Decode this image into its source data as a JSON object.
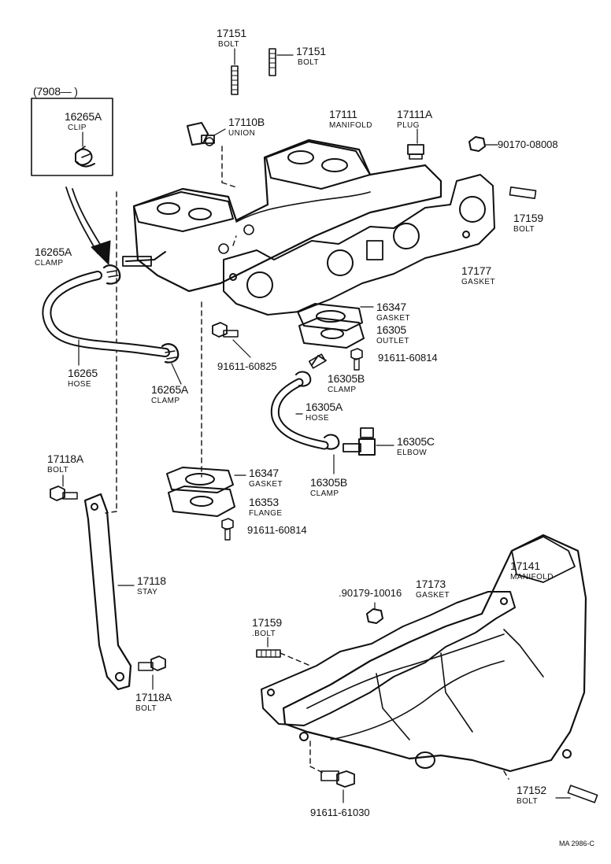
{
  "labels": {
    "bolt_top1_num": "17151",
    "bolt_top1_name": "BOLT",
    "bolt_top2_num": "17151",
    "bolt_top2_name": "BOLT",
    "inset_range": "(7908—        )",
    "clip_num": "16265A",
    "clip_name": "CLIP",
    "union_num": "17110B",
    "union_name": "UNION",
    "manifold_in_num": "17111",
    "manifold_in_name": "MANIFOLD",
    "plug_num": "17111A",
    "plug_name": "PLUG",
    "nut_top_code": "90170-08008",
    "stud_right_num": "17159",
    "stud_right_name": "BOLT",
    "gasket_ex_num": "17177",
    "gasket_ex_name": "GASKET",
    "clamp_a_num": "16265A",
    "clamp_a_name": "CLAMP",
    "gasket_outlet_num": "16347",
    "gasket_outlet_name": "GASKET",
    "outlet_num": "16305",
    "outlet_name": "OUTLET",
    "bolt_a_code": "91611-60825",
    "bolt_b_code": "91611-60814",
    "hose_num": "16265",
    "hose_name": "HOSE",
    "clamp_b_num": "16265A",
    "clamp_b_name": "CLAMP",
    "clamp_c_num": "16305B",
    "clamp_c_name": "CLAMP",
    "hose_small_num": "16305A",
    "hose_small_name": "HOSE",
    "elbow_num": "16305C",
    "elbow_name": "ELBOW",
    "clamp_d_num": "16305B",
    "clamp_d_name": "CLAMP",
    "bolt_stay1_num": "17118A",
    "bolt_stay1_name": "BOLT",
    "gasket_flange_num": "16347",
    "gasket_flange_name": "GASKET",
    "flange_num": "16353",
    "flange_name": "FLANGE",
    "bolt_c_code": "91611-60814",
    "stay_num": "17118",
    "stay_name": "STAY",
    "manifold_ex_num": "17141",
    "manifold_ex_name": "MANIFOLD",
    "nut_low_code": ".90179-10016",
    "gasket_low_num": "17173",
    "gasket_low_name": "GASKET",
    "stud_left_num": "17159",
    "stud_left_name": ".BOLT",
    "bolt_stay2_num": "17118A",
    "bolt_stay2_name": "BOLT",
    "stud_bottom_num": "17152",
    "stud_bottom_name": "BOLT",
    "bolt_d_code": "91611-61030",
    "footer_code": "MA 2986-C"
  },
  "colors": {
    "ink": "#111111",
    "paper": "#ffffff",
    "shade": "#9a9a9a"
  }
}
